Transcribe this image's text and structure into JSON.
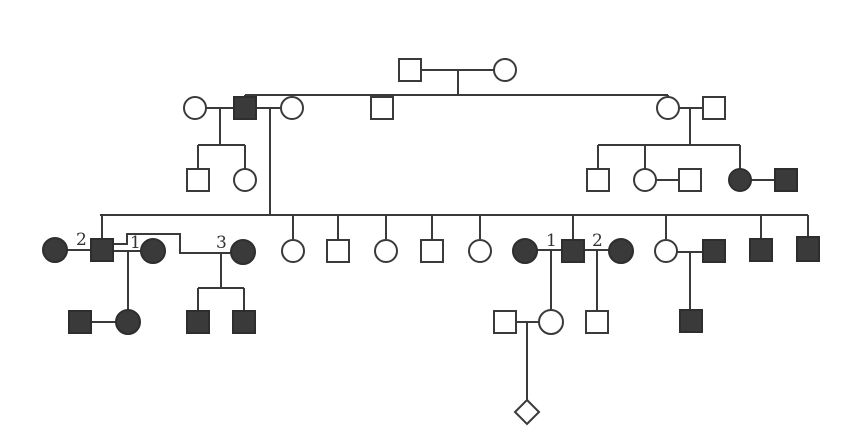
{
  "diagram": {
    "type": "pedigree",
    "marriage_labels": {
      "left_first": "2",
      "left_second": "1",
      "left_third": "3",
      "right_first": "1",
      "right_second": "2"
    },
    "colors": {
      "affected": "#3a3a3a",
      "line": "#3a3a3a",
      "background": "#ffffff"
    }
  }
}
